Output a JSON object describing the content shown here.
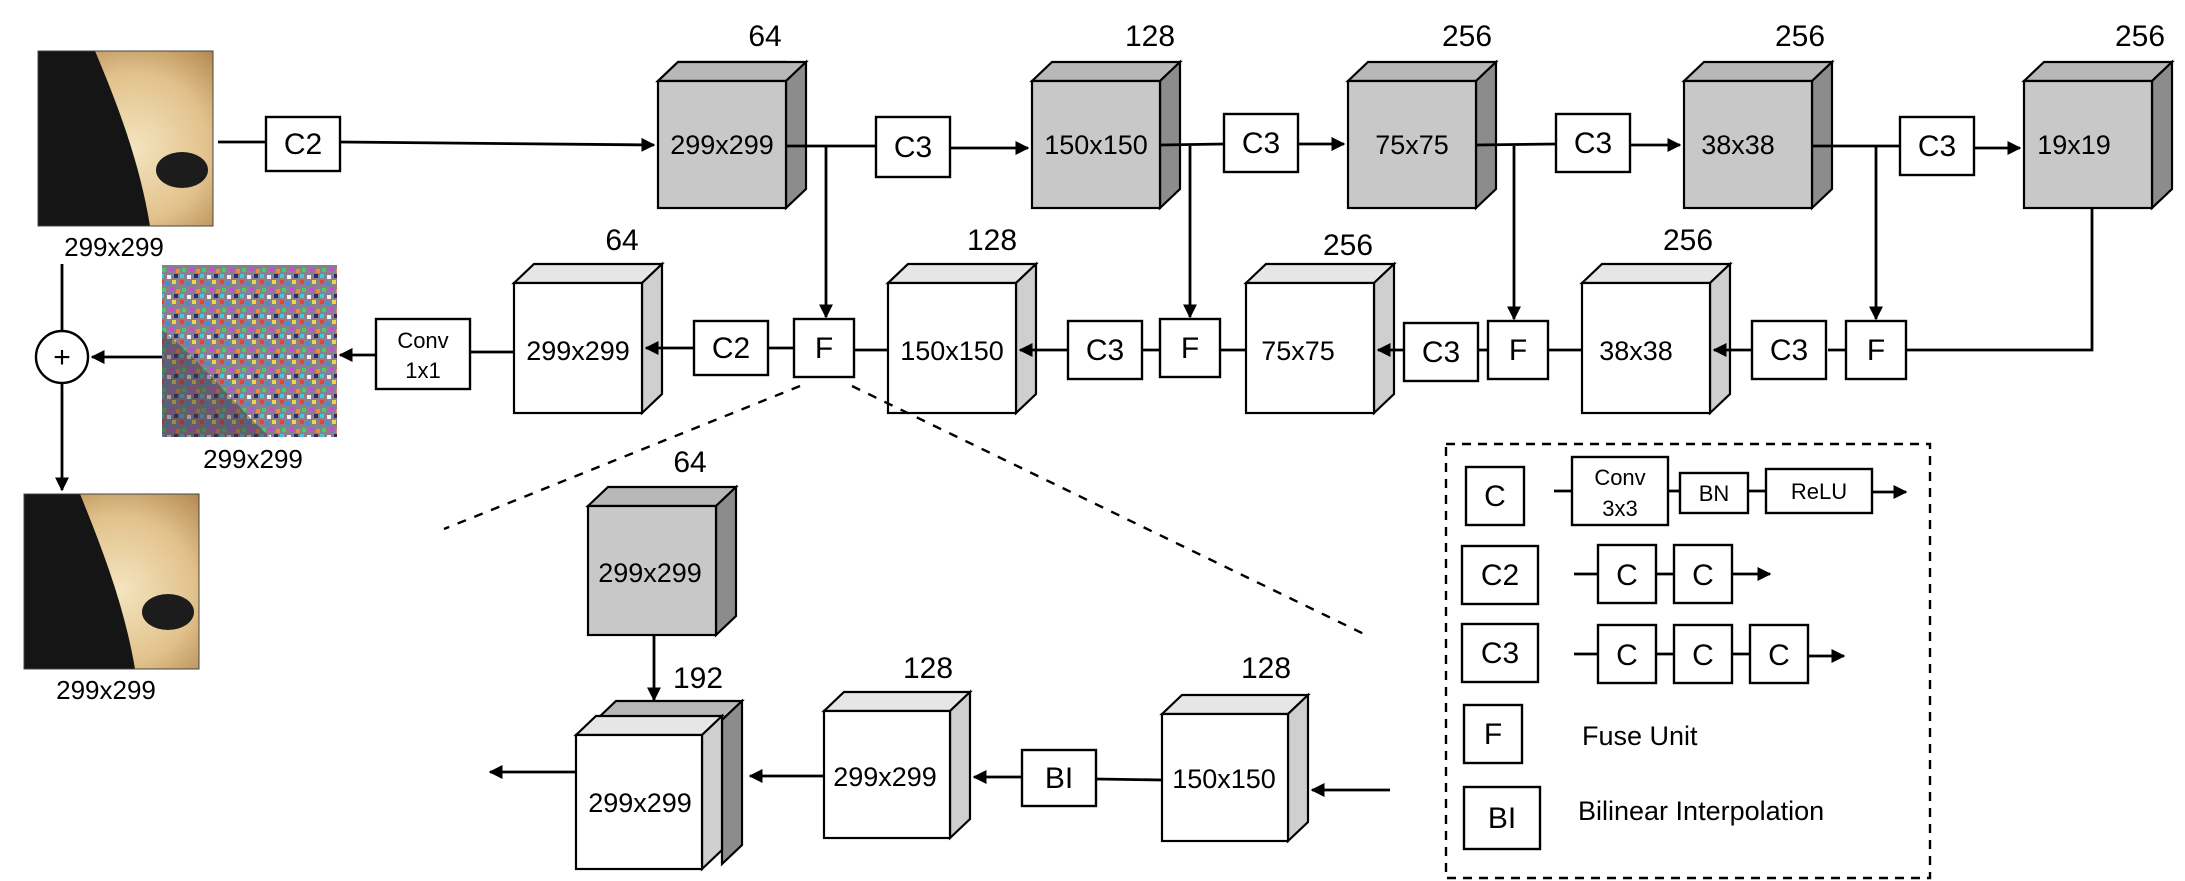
{
  "image_size": "299x299",
  "fmap": {
    "e1": {
      "label": "299x299",
      "channels": "64"
    },
    "e2": {
      "label": "150x150",
      "channels": "128"
    },
    "e3": {
      "label": "75x75",
      "channels": "256"
    },
    "e4": {
      "label": "38x38",
      "channels": "256"
    },
    "e5": {
      "label": "19x19",
      "channels": "256"
    },
    "d1": {
      "label": "299x299",
      "channels": "64"
    },
    "d2": {
      "label": "150x150",
      "channels": "128"
    },
    "d3": {
      "label": "75x75",
      "channels": "256"
    },
    "d4": {
      "label": "38x38",
      "channels": "256"
    },
    "z1": {
      "label": "299x299",
      "channels": "64"
    },
    "z2": {
      "label": "299x299",
      "channels": "192"
    },
    "z3": {
      "label": "299x299",
      "channels": "128"
    },
    "z4": {
      "label": "150x150",
      "channels": "128"
    }
  },
  "blocks": {
    "c2": "C2",
    "c3": "C3",
    "f": "F",
    "conv_top": "Conv",
    "conv_bottom": "1x1",
    "bi": "BI",
    "add": "+"
  },
  "legend": {
    "c": "C",
    "c2": "C2",
    "c3": "C3",
    "f": "F",
    "bi": "BI",
    "conv_top": "Conv",
    "conv_bottom": "3x3",
    "bn": "BN",
    "relu": "ReLU",
    "fuse_unit": "Fuse Unit",
    "bilinear": "Bilinear Interpolation"
  },
  "colors": {
    "encoder_fill": "#c8c8c8",
    "decoder_fill": "#ffffff"
  },
  "icons": {
    "input": "panda-image-icon",
    "noise": "noise-image-icon",
    "output": "panda-image-icon"
  }
}
